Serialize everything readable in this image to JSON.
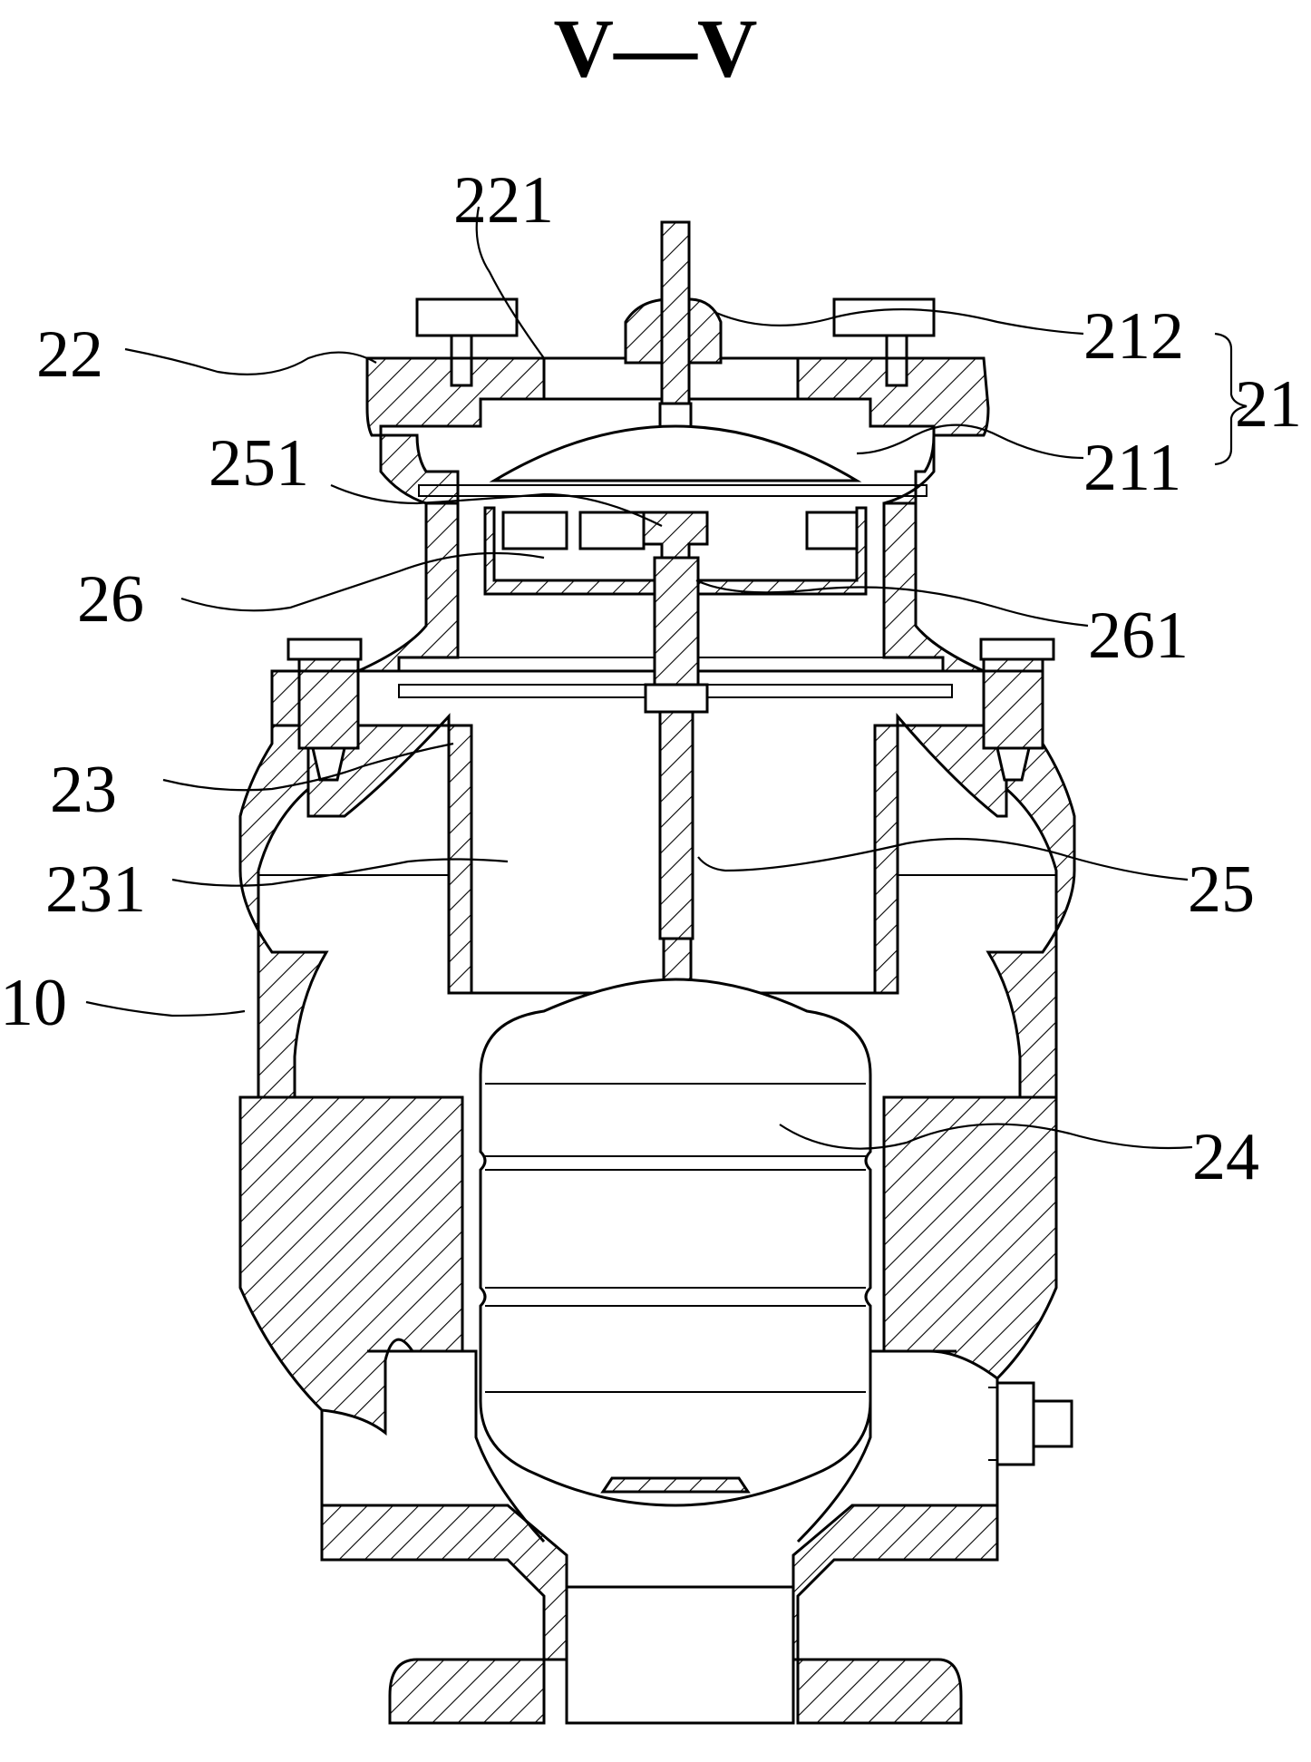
{
  "title": "V—V",
  "labels": {
    "l221": "221",
    "l22": "22",
    "l212": "212",
    "l21": "21",
    "l211": "211",
    "l251": "251",
    "l26": "26",
    "l261": "261",
    "l23": "23",
    "l231": "231",
    "l25": "25",
    "l10": "10",
    "l24": "24"
  }
}
